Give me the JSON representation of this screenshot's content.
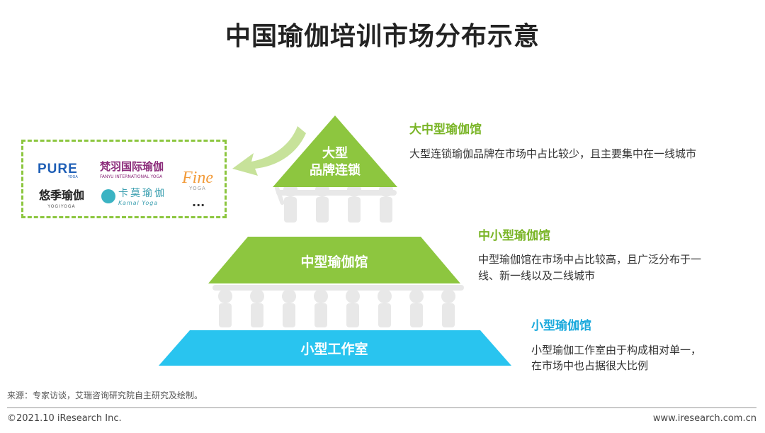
{
  "title": "中国瑜伽培训市场分布示意",
  "colors": {
    "tier_top": "#8dc63f",
    "tier_mid": "#8dc63f",
    "tier_bottom": "#29c4ef",
    "label_green": "#7ab527",
    "label_blue": "#1aa9dc",
    "dashed_border": "#8cc63f",
    "people": "#e6e6e6"
  },
  "tiers": [
    {
      "label_line1": "大型",
      "label_line2": "品牌连锁",
      "side_title": "大中型瑜伽馆",
      "side_desc_line1": "大型连锁瑜伽品牌在市场中占比较少，且主要集中在一线城市"
    },
    {
      "label": "中型瑜伽馆",
      "side_title": "中小型瑜伽馆",
      "side_desc_line1": "中型瑜伽馆在市场中占比较高，且广泛分布于一",
      "side_desc_line2": "线、新一线以及二线城市"
    },
    {
      "label": "小型工作室",
      "side_title": "小型瑜伽馆",
      "side_desc_line1": "小型瑜伽工作室由于构成相对单一，",
      "side_desc_line2": "在市场中也占据很大比例"
    }
  ],
  "logos": {
    "pure": "PURE",
    "pure_sub": "YOGA",
    "fanyu": "梵羽国际瑜伽",
    "fanyu_sub": "FANYU INTERNATIONAL YOGA",
    "youji": "悠季瑜伽",
    "youji_sub": "YOGIYOGA",
    "kamo": "卡莫瑜伽",
    "kamo_sub": "Kamal Yoga",
    "fine": "Fine",
    "fine_sub": "YOGA",
    "more": "..."
  },
  "source": "来源：专家访谈，艾瑞咨询研究院自主研究及绘制。",
  "copyright": "©2021.10 iResearch Inc.",
  "website": "www.iresearch.com.cn"
}
